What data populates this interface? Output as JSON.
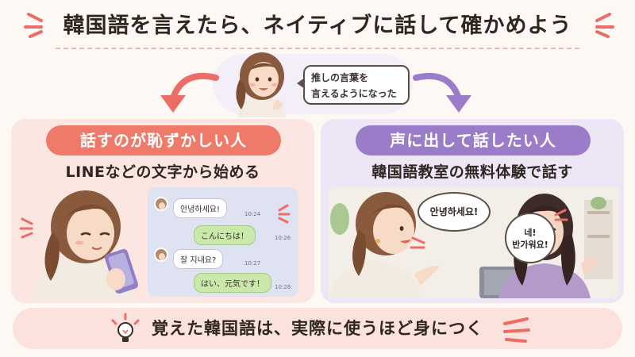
{
  "header": {
    "title": "韓国語を言えたら、ネイティブに話して確かめよう"
  },
  "center": {
    "bubble_lines": [
      "推しの言葉を",
      "言えるようになった"
    ]
  },
  "left_panel": {
    "banner": "話すのが恥ずかしい人",
    "subtitle": "LINEなどの文字から始める",
    "chat": [
      {
        "text": "안녕하세요!",
        "time": "10:24",
        "side": "in"
      },
      {
        "text": "こんにちは！",
        "time": "10:26",
        "side": "out"
      },
      {
        "text": "잘 지내요?",
        "time": "10:27",
        "side": "in"
      },
      {
        "text": "はい、元気です！",
        "time": "10:28",
        "side": "out"
      }
    ]
  },
  "right_panel": {
    "banner": "声に出して話したい人",
    "subtitle": "韓国語教室の無料体験で話す",
    "speech_student": "안녕하세요!",
    "speech_teacher_lines": [
      "네!",
      "반가워요!"
    ]
  },
  "footer": {
    "text": "覚えた韓国語は、実際に使うほど身につく"
  },
  "colors": {
    "coral": "#f07a6a",
    "purple": "#9a7cc8",
    "left_panel_bg": "#fce6e1",
    "right_panel_bg": "#ece6f6",
    "chat_out": "#c9e8a9"
  },
  "icons": [
    "sparkle-icon",
    "curved-arrow-left-icon",
    "curved-arrow-right-icon",
    "lightbulb-icon"
  ]
}
